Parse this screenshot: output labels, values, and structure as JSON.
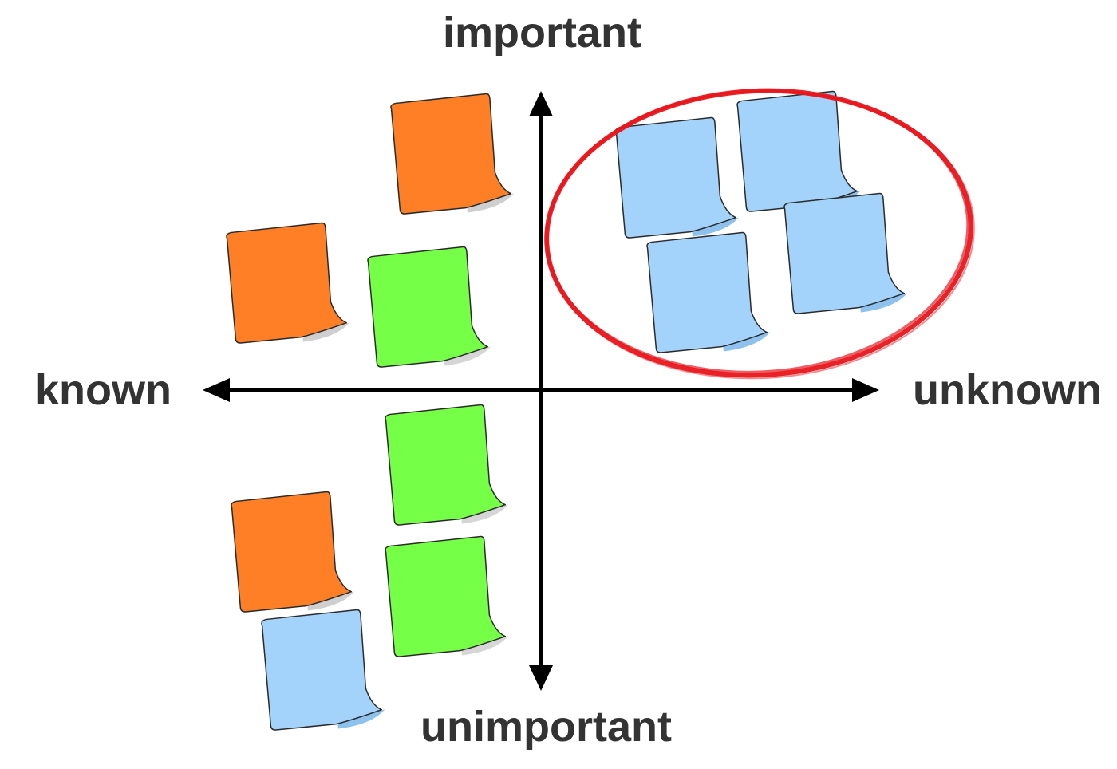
{
  "axes": {
    "top": "important",
    "bottom": "unimportant",
    "left": "known",
    "right": "unknown"
  },
  "colors": {
    "orange": "#FF7F27",
    "green": "#76FF47",
    "blue": "#A3D2FA",
    "highlight": "#E8161C",
    "axis": "#000000",
    "text": "#333333"
  },
  "notes": [
    {
      "color": "orange",
      "quadrant": "important-known"
    },
    {
      "color": "orange",
      "quadrant": "important-known"
    },
    {
      "color": "green",
      "quadrant": "important-known"
    },
    {
      "color": "blue",
      "quadrant": "important-unknown"
    },
    {
      "color": "blue",
      "quadrant": "important-unknown"
    },
    {
      "color": "blue",
      "quadrant": "important-unknown"
    },
    {
      "color": "blue",
      "quadrant": "important-unknown"
    },
    {
      "color": "green",
      "quadrant": "unimportant-known"
    },
    {
      "color": "orange",
      "quadrant": "unimportant-known"
    },
    {
      "color": "green",
      "quadrant": "unimportant-known"
    },
    {
      "color": "blue",
      "quadrant": "unimportant-known"
    }
  ],
  "highlight": {
    "quadrant": "important-unknown",
    "shape": "ellipse"
  }
}
